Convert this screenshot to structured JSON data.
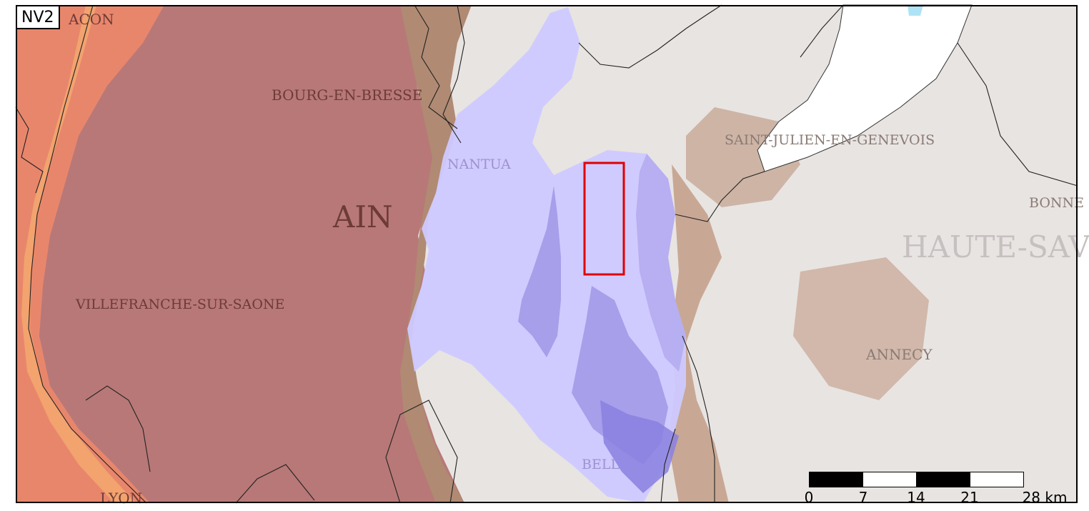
{
  "map": {
    "badge": "NV2",
    "colors": {
      "lowland": "#b87878",
      "lowland_valley": "#e8866c",
      "river_plain": "#f2a36e",
      "foothill_brown": "#b08a73",
      "mountain_light": "#e8e4e2",
      "lake": "#ffffff",
      "zone_fill": "#cfc9ff",
      "zone_dark": "#a29ae8",
      "zone_darker": "#8a80e0",
      "highlight_rect": "#e00000",
      "boundary": "#222222"
    },
    "labels": {
      "macon_partial": "ACON",
      "bourg": "BOURG-EN-BRESSE",
      "ain": "AIN",
      "villefranche": "VILLEFRANCHE-SUR-SAONE",
      "nantua": "NANTUA",
      "saint_julien": "SAINT-JULIEN-EN-GENEVOIS",
      "bonneville_partial": "BONNE",
      "haute_savoie_partial": "HAUTE-SAV",
      "annecy": "ANNECY",
      "belley_partial": "BELL",
      "lyon": "LYON"
    },
    "scale": {
      "unit": "km",
      "ticks": [
        "0",
        "7",
        "14",
        "21",
        "28 km"
      ]
    }
  }
}
